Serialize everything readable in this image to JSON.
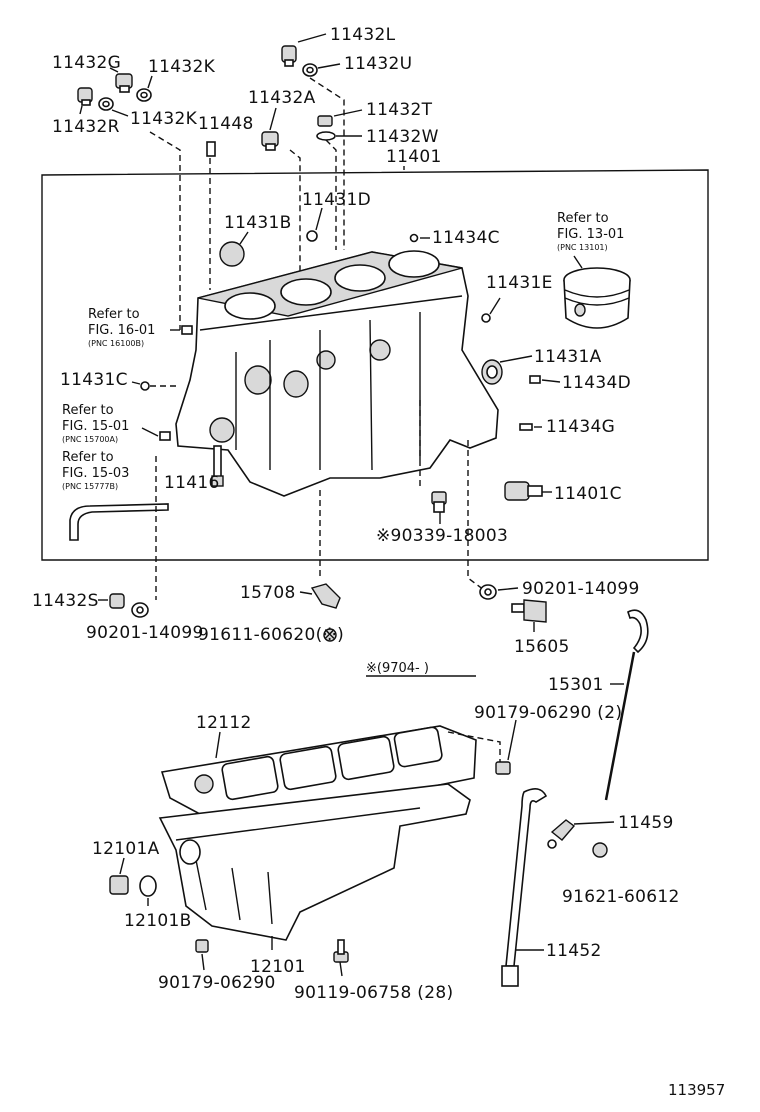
{
  "labels": {
    "p11432L": "11432L",
    "p11432U": "11432U",
    "p11432G": "11432G",
    "p11432K_top": "11432K",
    "p11432R": "11432R",
    "p11432K_mid": "11432K",
    "p11448": "11448",
    "p11432A": "11432A",
    "p11432T": "11432T",
    "p11432W": "11432W",
    "p11401": "11401",
    "p11431D": "11431D",
    "p11431B": "11431B",
    "p11434C": "11434C",
    "p11431E": "11431E",
    "p11431A": "11431A",
    "p11434D": "11434D",
    "p11431C": "11431C",
    "p11434G": "11434G",
    "p11416": "11416",
    "p11401C": "11401C",
    "p90339_18003": "※90339-18003",
    "p11432S": "11432S",
    "p90201_14099_l": "90201-14099",
    "p15708": "15708",
    "p91611_60620": "91611-60620(※)",
    "p90201_14099_r": "90201-14099",
    "p15605": "15605",
    "p15301": "15301",
    "p12112": "12112",
    "p90179_06290_2": "90179-06290 (2)",
    "p11459": "11459",
    "p91621_60612": "91621-60612",
    "p12101A": "12101A",
    "p12101B": "12101B",
    "p12101": "12101",
    "p90179_06290": "90179-06290",
    "p90119_06758": "90119-06758 (28)",
    "p11452": "11452"
  },
  "refs": {
    "r1301": {
      "line1": "Refer to",
      "line2": "FIG. 13-01",
      "line3": "(PNC 13101)"
    },
    "r1601": {
      "line1": "Refer to",
      "line2": "FIG. 16-01",
      "line3": "(PNC 16100B)"
    },
    "r1501": {
      "line1": "Refer to",
      "line2": "FIG. 15-01",
      "line3": "(PNC 15700A)"
    },
    "r1503": {
      "line1": "Refer to",
      "line2": "FIG. 15-03",
      "line3": "(PNC 15777B)"
    }
  },
  "note_code": "※(9704-      )",
  "illustration_id": "113957"
}
